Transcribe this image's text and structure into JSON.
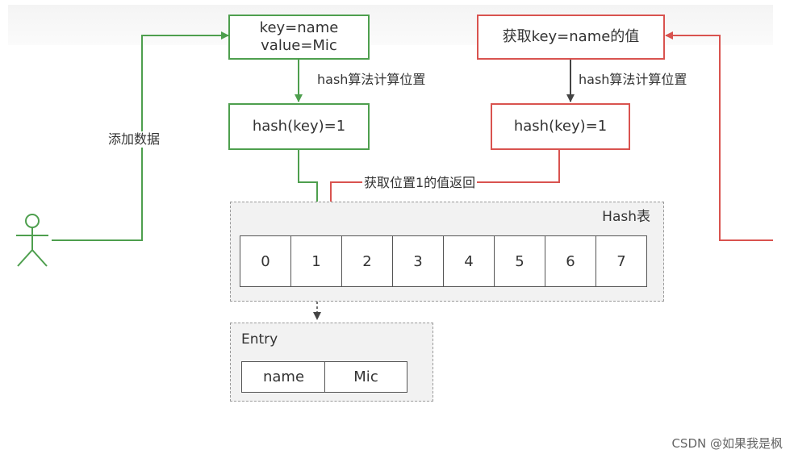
{
  "add_flow": {
    "label": "添加数据",
    "kv_line1": "key=name",
    "kv_line2": "value=Mic",
    "hash_step": "hash算法计算位置",
    "hash_result": "hash(key)=1"
  },
  "get_flow": {
    "query": "获取key=name的值",
    "hash_step": "hash算法计算位置",
    "hash_result": "hash(key)=1",
    "return_label": "获取位置1的值返回"
  },
  "hash_table": {
    "title": "Hash表",
    "cells": [
      "0",
      "1",
      "2",
      "3",
      "4",
      "5",
      "6",
      "7"
    ]
  },
  "entry": {
    "title": "Entry",
    "key": "name",
    "value": "Mic"
  },
  "colors": {
    "green": "#4e9f4e",
    "red": "#d9534f"
  },
  "watermark": "CSDN @如果我是枫"
}
